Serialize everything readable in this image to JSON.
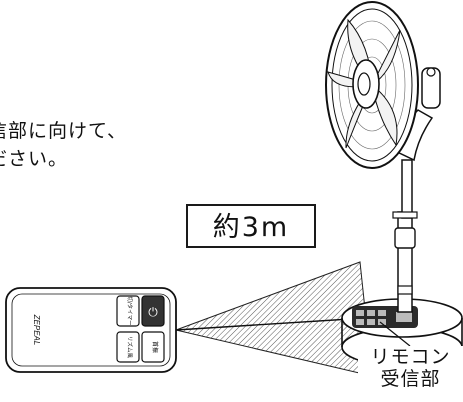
{
  "instruction": {
    "line1": "信部に向けて、",
    "line2": "ださい。"
  },
  "distance_label": "約3m",
  "receiver_label": {
    "line1": "リモコン",
    "line2": "受信部"
  },
  "remote": {
    "brand": "ZEPEAL",
    "power_symbol": "⏻",
    "buttons": [
      {
        "label": "切/タイマー"
      },
      {
        "label": "リズム風"
      },
      {
        "label": "首振"
      }
    ]
  },
  "colors": {
    "line": "#1a1a1a",
    "power_button": "#333333"
  }
}
